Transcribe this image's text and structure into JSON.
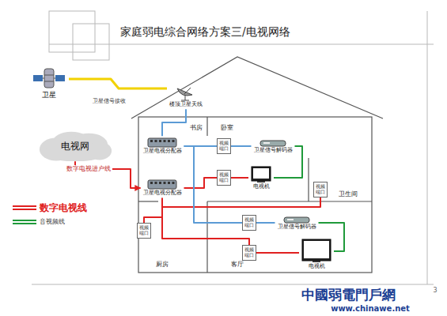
{
  "diagram": {
    "title": "家庭弱电综合网络方案三/电视网络",
    "nodes": [
      {
        "text": [
          "电视网"
        ]
      },
      {
        "text": [
          "卫星"
        ]
      },
      {
        "text": [
          "楼顶卫星天线"
        ]
      },
      {
        "text": [
          "卫星电视分配器"
        ]
      },
      {
        "text": [
          "卫星电视分配器"
        ]
      },
      {
        "text": [
          "视频端口"
        ]
      },
      {
        "text": [
          "卫星信号解码器"
        ]
      },
      {
        "text": [
          "视频端口"
        ]
      },
      {
        "text": [
          "电视机"
        ]
      },
      {
        "text": [
          "视频端口"
        ]
      },
      {
        "text": [
          "视频端口"
        ]
      },
      {
        "text": [
          "视频端口"
        ]
      },
      {
        "text": [
          "卫星信号解码器"
        ]
      },
      {
        "text": [
          "视频端口"
        ]
      },
      {
        "text": [
          "电视机"
        ]
      }
    ],
    "edges": [
      {
        "from": 1,
        "to": 2,
        "arrow": "none",
        "label": "卫星信号接收"
      },
      {
        "from": 0,
        "to": 4,
        "arrow": "to",
        "label": "数字电视进户线"
      },
      {
        "from": 2,
        "to": 3,
        "arrow": "none"
      },
      {
        "from": 3,
        "to": 5,
        "arrow": "none"
      },
      {
        "from": 5,
        "to": 6,
        "arrow": "none"
      },
      {
        "from": 6,
        "to": 8,
        "arrow": "none"
      },
      {
        "from": 4,
        "to": 7,
        "arrow": "none"
      },
      {
        "from": 7,
        "to": 8,
        "arrow": "none"
      },
      {
        "from": 4,
        "to": 9,
        "arrow": "none"
      },
      {
        "from": 4,
        "to": 10,
        "arrow": "none"
      },
      {
        "from": 4,
        "to": 13,
        "arrow": "none"
      },
      {
        "from": 3,
        "to": 11,
        "arrow": "none"
      },
      {
        "from": 11,
        "to": 12,
        "arrow": "none"
      },
      {
        "from": 12,
        "to": 14,
        "arrow": "none"
      },
      {
        "from": 13,
        "to": 14,
        "arrow": "none"
      }
    ],
    "labels": [
      "书房",
      "卧室",
      "卫生间",
      "厨房",
      "客厅",
      "中國弱電門戶網",
      "www.chinawe.net",
      "3"
    ],
    "legend": [
      {
        "text": "数字电视线"
      },
      {
        "text": "音视频线"
      }
    ]
  }
}
